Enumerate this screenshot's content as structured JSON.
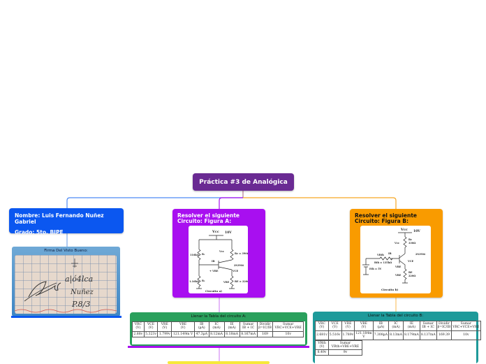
{
  "central": {
    "title": "Práctica #3 de Analógica",
    "color": "#6a2a93"
  },
  "branches": [
    {
      "id": "student",
      "color": "#0b57f0",
      "line1": "Nombre: Luis Fernando Nuñez Gabriel",
      "line2": "Grado: 5to. BIPE",
      "child": {
        "caption": "Firma Del Visto Bueno:",
        "image": "handwritten-signature-photo",
        "handwriting": [
          "Analógica",
          "Nuñez",
          "P. 8/3"
        ]
      }
    },
    {
      "id": "circuit-a",
      "color": "#a80ff0",
      "title": "Resolver el siguiente Circuito: Figura A:",
      "circuit": {
        "vcc": "Vcc",
        "vcc_value": "10V",
        "r1": "116kΩ",
        "r1_label": "R₁",
        "r2": "1.16kΩ",
        "r2_label": "R₂",
        "rc": "Rc = 390Ω",
        "re": "RE = 220Ω",
        "transistor": "2N3904",
        "labels": [
          "Vcc",
          "IB",
          "IC",
          "VCE",
          "VBE",
          "VRE",
          "IE"
        ],
        "caption": "Circuito a)"
      },
      "child": {
        "title": "Llenar la Tabla del circuito A:",
        "headers": [
          [
            "VRC",
            "(V)"
          ],
          [
            "VCE",
            "(V)"
          ],
          [
            "VRE",
            "(V)"
          ],
          [
            "VBE",
            "(V)"
          ],
          [
            "IB",
            "(µA)"
          ],
          [
            "IC",
            "(mA)"
          ],
          [
            "IE",
            "(mA)"
          ],
          [
            "Sumar",
            "IB + IC"
          ],
          [
            "Dividir",
            "β=IC/IB"
          ],
          [
            "Sumar",
            "VRC+VCE+VRE"
          ]
        ],
        "rows": [
          [
            "2.88v",
            "5.323v",
            "1.799v",
            "121.149m V",
            "47.3µA",
            "8.12mA",
            "8.18mA",
            "8.167mA",
            "169",
            "10v"
          ]
        ]
      }
    },
    {
      "id": "circuit-b",
      "color": "#f99b00",
      "title": "Resolver el siguiente Circuito: Figura B:",
      "circuit": {
        "vcc": "Vcc",
        "vcc_value": "10V",
        "rc": "Rc 330Ω",
        "re": "RE 220Ω",
        "rth": "Rth = 135kΩ",
        "eth": "Eth = 5V",
        "vth": "VRth",
        "transistor": "2N3904",
        "labels": [
          "Vcc",
          "IB",
          "IC",
          "VCE",
          "VBE",
          "VRE",
          "IE"
        ],
        "caption": "Circuito b)"
      },
      "child": {
        "title": "Llenar la Tabla del circuito B:",
        "headers": [
          [
            "VRC",
            "(V)"
          ],
          [
            "VCE",
            "(V)"
          ],
          [
            "VRE",
            "(V)"
          ],
          [
            "VBE",
            "(V)"
          ],
          [
            "IB",
            "(µA)"
          ],
          [
            "IC",
            "(mA)"
          ],
          [
            "IE",
            "(mA)"
          ],
          [
            "Sumar",
            "IB + IC"
          ],
          [
            "Dividir",
            "β=IC/IB"
          ],
          [
            "Sumar",
            "VRC+VCE+VRE"
          ]
        ],
        "rows": [
          [
            "2.681v",
            "5.516v",
            "1.789v",
            "121.184m V",
            "7.308µA",
            "8.13mA",
            "8.179mA",
            "8.137mA",
            "169.39",
            "10v"
          ]
        ],
        "extra_headers": [
          [
            "VRth",
            "(V)"
          ],
          [
            "Sumar",
            "VRth+VBE+VRE"
          ]
        ],
        "extra_rows": [
          [
            "8.49v",
            "9v"
          ]
        ]
      }
    }
  ],
  "colors": {
    "green_table": "#2aa05c",
    "teal_table": "#1e9a9a",
    "yellow_bar": "#f6e93a"
  }
}
